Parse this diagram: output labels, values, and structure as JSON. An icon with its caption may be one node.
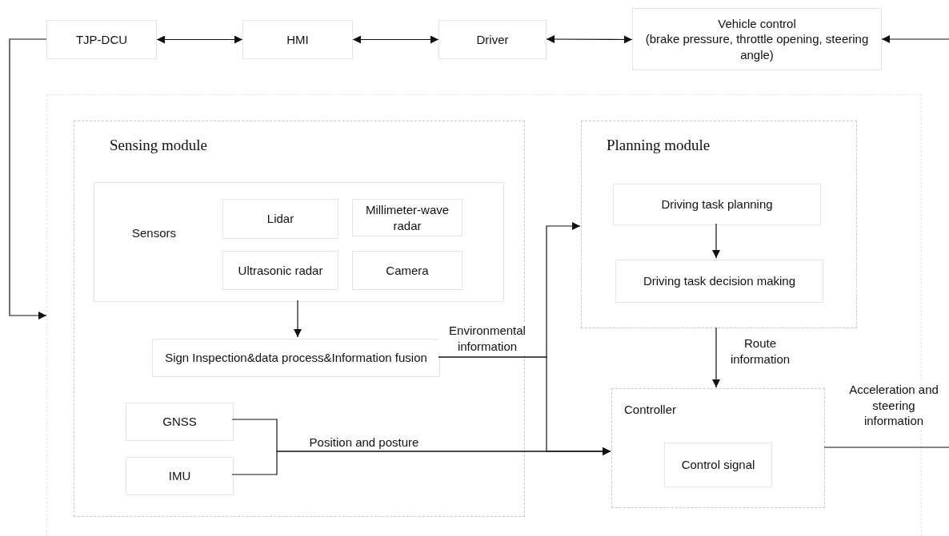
{
  "diagram": {
    "nodes": [
      {
        "text": [
          "TJP-DCU"
        ]
      },
      {
        "text": [
          "HMI"
        ]
      },
      {
        "text": [
          "Driver"
        ]
      },
      {
        "text": [
          "Vehicle control",
          "(brake pressure, throttle opening, steering angle)"
        ]
      },
      {
        "text": [],
        "shape": "box"
      },
      {
        "text": [
          "Sensing module"
        ],
        "in": 4
      },
      {
        "text": [
          "Sensors"
        ],
        "in": 5
      },
      {
        "text": [
          "Lidar"
        ],
        "in": 6
      },
      {
        "text": [
          "Millimeter-wave radar"
        ],
        "in": 6
      },
      {
        "text": [
          "Ultrasonic radar"
        ],
        "in": 6
      },
      {
        "text": [
          "Camera"
        ],
        "in": 6
      },
      {
        "text": [
          "Sign Inspection&data process&Information fusion"
        ],
        "in": 5
      },
      {
        "text": [
          "GNSS"
        ],
        "in": 5
      },
      {
        "text": [
          "IMU"
        ],
        "in": 5
      },
      {
        "text": [
          "Planning module"
        ],
        "in": 4
      },
      {
        "text": [
          "Driving task planning"
        ],
        "in": 14
      },
      {
        "text": [
          "Driving task decision making"
        ],
        "in": 14
      },
      {
        "text": [
          "Controller"
        ],
        "in": 4
      },
      {
        "text": [
          "Control signal"
        ],
        "in": 17
      }
    ],
    "edges": [
      {
        "from": 0,
        "to": 1,
        "arrow": "both"
      },
      {
        "from": 1,
        "to": 2,
        "arrow": "both"
      },
      {
        "from": 2,
        "to": 3,
        "arrow": "both"
      },
      {
        "from": null,
        "to": 3,
        "arrow": "to"
      },
      {
        "from": 0,
        "to": 4,
        "arrow": "to"
      },
      {
        "from": 6,
        "to": 11,
        "arrow": "to"
      },
      {
        "from": 11,
        "to": 14,
        "arrow": "to",
        "label": "Environmental information"
      },
      {
        "from": 11,
        "to": 17,
        "arrow": "to"
      },
      {
        "from": 12,
        "to": 17,
        "arrow": "to",
        "label": "Position and posture"
      },
      {
        "from": 13,
        "to": 17,
        "arrow": "to"
      },
      {
        "from": 15,
        "to": 16,
        "arrow": "to"
      },
      {
        "from": 14,
        "to": 17,
        "arrow": "to",
        "label": "Route information"
      },
      {
        "from": 17,
        "to": null,
        "arrow": "none",
        "label": "Acceleration and steering information"
      }
    ]
  }
}
